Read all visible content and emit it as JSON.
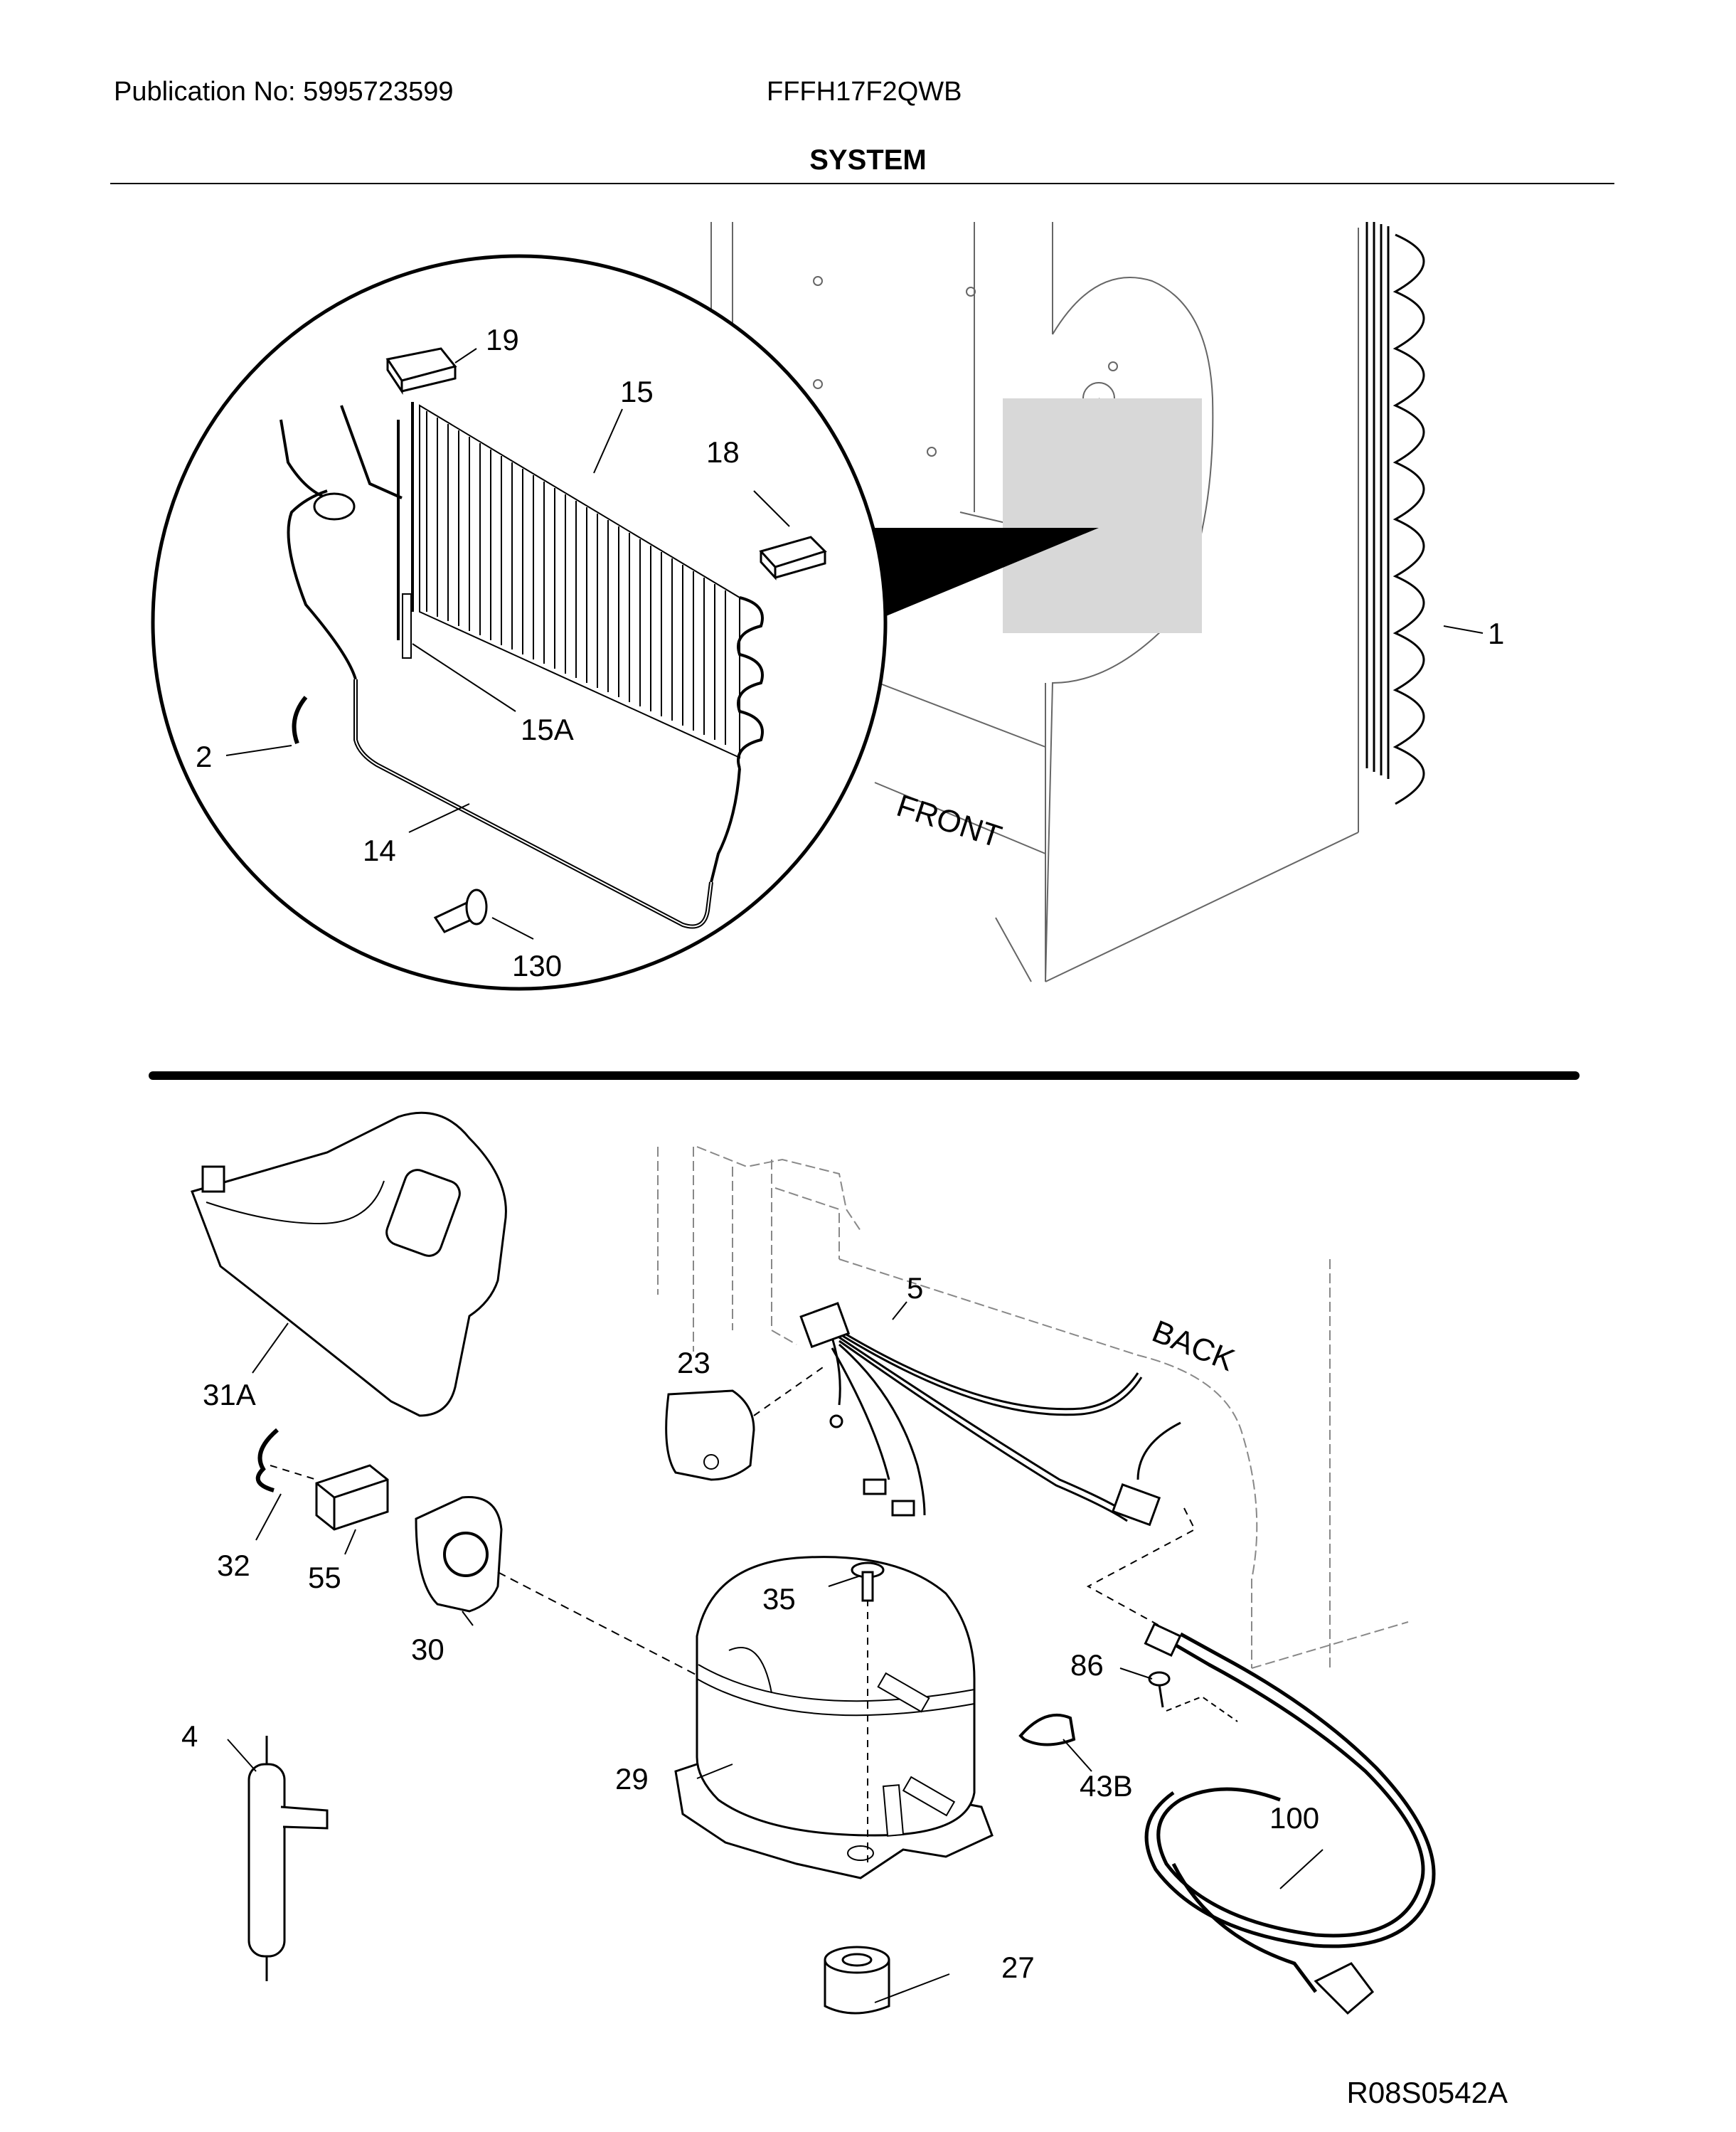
{
  "header": {
    "publication": "Publication No: 5995723599",
    "model": "FFFH17F2QWB",
    "section_title": "SYSTEM"
  },
  "diagram": {
    "callouts": {
      "c1": "1",
      "c2": "2",
      "c14": "14",
      "c15": "15",
      "c15a": "15A",
      "c18": "18",
      "c19": "19",
      "c130": "130",
      "c4": "4",
      "c5": "5",
      "c23": "23",
      "c27": "27",
      "c29": "29",
      "c30": "30",
      "c31a": "31A",
      "c32": "32",
      "c35": "35",
      "c43b": "43B",
      "c55": "55",
      "c86": "86",
      "c100": "100"
    },
    "labels": {
      "front": "FRONT",
      "back": "BACK"
    },
    "drawing_code": "R08S0542A"
  }
}
